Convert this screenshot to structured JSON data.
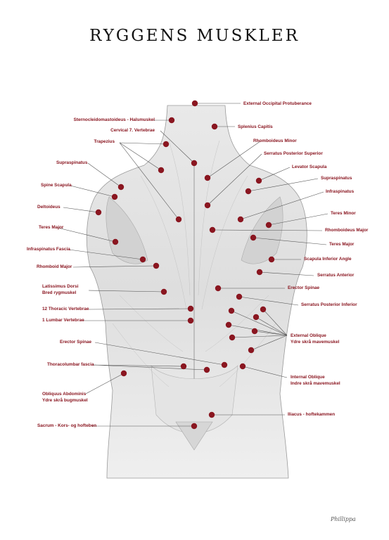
{
  "title": "RYGGENS MUSKLER",
  "accent_color": "#8a1620",
  "signature": "Phillippa",
  "labels_left": {
    "l1": "Sternocleidomastoideus - Halsmuskel",
    "l2": "Cervical 7. Vertebrae",
    "l3": "Trapezius",
    "l4": "Supraspinatus",
    "l5": "Spine Scapula",
    "l6": "Deltoideus",
    "l7": "Teres Major",
    "l8": "Infraspinatus Fascia",
    "l9": "Rhomboid Major",
    "l10a": "Latissimus Dorsi",
    "l10b": "Bred rygmuskel",
    "l11": "12 Thoracic Vertebrae",
    "l12": "1 Lumbar Vertebrae",
    "l13": "Erector Spinae",
    "l14": "Thoracolumbar fascia",
    "l15a": "Obliquus Abdominis",
    "l15b": "Ydre skrå bugmuskel",
    "l16": "Sacrum - Kors- og hofteben"
  },
  "labels_right": {
    "r1": "External Occipital Protuberance",
    "r2": "Splenius Capitis",
    "r3": "Rhomboideus Minor",
    "r4": "Serratus Posterior Superior",
    "r5": "Levator Scapula",
    "r6": "Supraspinatus",
    "r7": "Infraspinatus",
    "r8": "Teres Minor",
    "r9": "Rhomboideus Major",
    "r10": "Teres Major",
    "r11": "Scapula Inferior Angle",
    "r12": "Serratus Anterior",
    "r13": "Erector Spinae",
    "r14": "Serratus Posterior Inferior",
    "r15a": "External Oblique",
    "r15b": "Ydre skrå mavemuskel",
    "r16a": "Internal Oblique",
    "r16b": "Indre skrå mavemuskel",
    "r17": "Iliacus - hoftekammen"
  }
}
